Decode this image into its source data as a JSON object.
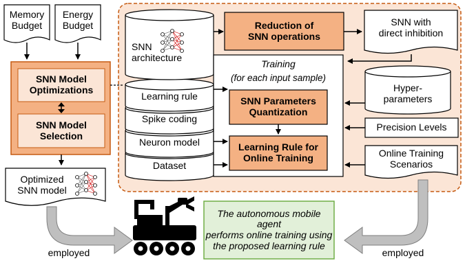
{
  "inputs": {
    "memory_budget": "Memory\nBudget",
    "energy_budget": "Energy\nBudget"
  },
  "left_panel": {
    "optimizations": "SNN Model\nOptimizations",
    "selection": "SNN Model\nSelection",
    "output": "Optimized\nSNN model"
  },
  "cylinders": {
    "snn_architecture": "SNN\narchitecture",
    "learning_rule": "Learning rule",
    "spike_coding": "Spike coding",
    "neuron_model": "Neuron model",
    "dataset": "Dataset"
  },
  "reduction": "Reduction of\nSNN operations",
  "direct_inhibition": "SNN with\ndirect inhibition",
  "training": {
    "title": "Training",
    "subtitle": "(for each input sample)",
    "quantization": "SNN Parameters\nQuantization",
    "learning_rule_box": "Learning Rule for\nOnline Training"
  },
  "right_inputs": {
    "hyperparameters": "Hyper-\nparameters",
    "precision_levels": "Precision Levels",
    "online_scenarios": "Online Training\nScenarios"
  },
  "bottom": {
    "employed_left": "employed",
    "employed_right": "employed",
    "agent_caption": "The autonomous mobile agent\nperforms online training using\nthe proposed learning rule"
  },
  "colors": {
    "orange_fill": "#f4b183",
    "light_orange_fill": "#fbe5d6",
    "dashed_border": "#c55a11",
    "green_fill": "#e2f0d9",
    "green_border": "#70ad47",
    "gray_arrow": "#bfbfbf"
  }
}
